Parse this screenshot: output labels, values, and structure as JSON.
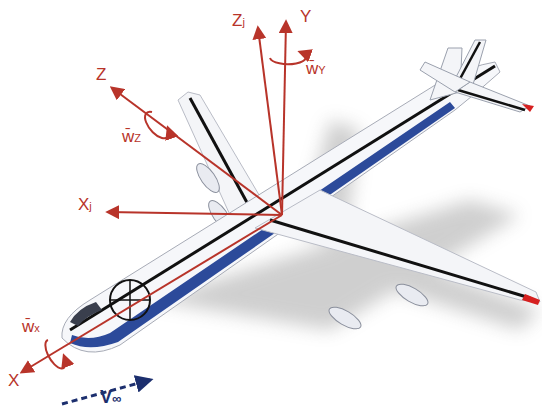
{
  "diagram": {
    "labels": [
      "Zj",
      "Y",
      "Z",
      "w̄Y",
      "w̄Z",
      "Xj",
      "w̄x",
      "X",
      "V∞"
    ]
  }
}
